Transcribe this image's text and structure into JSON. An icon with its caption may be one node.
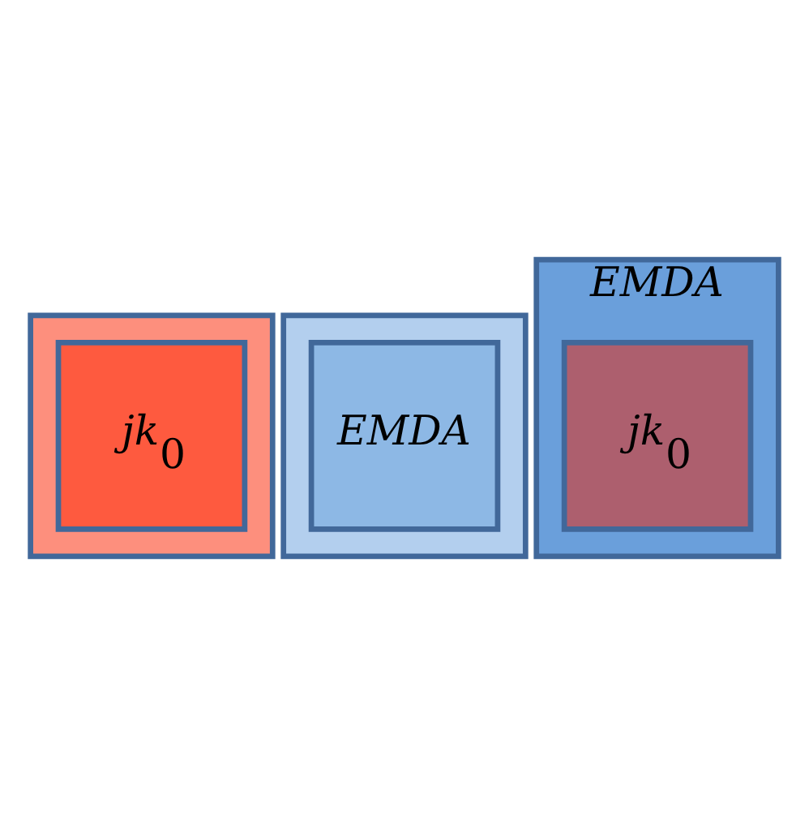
{
  "diagram": {
    "nodes": [
      {
        "text": [],
        "shape": "box"
      },
      {
        "text": [
          "jk$_{0}$"
        ],
        "in": 0
      },
      {
        "text": [],
        "shape": "box"
      },
      {
        "text": [
          "EMDA"
        ],
        "in": 2
      },
      {
        "text": [
          "EMDA"
        ]
      },
      {
        "text": [
          "jk$_{0}$"
        ],
        "in": 4
      }
    ]
  }
}
